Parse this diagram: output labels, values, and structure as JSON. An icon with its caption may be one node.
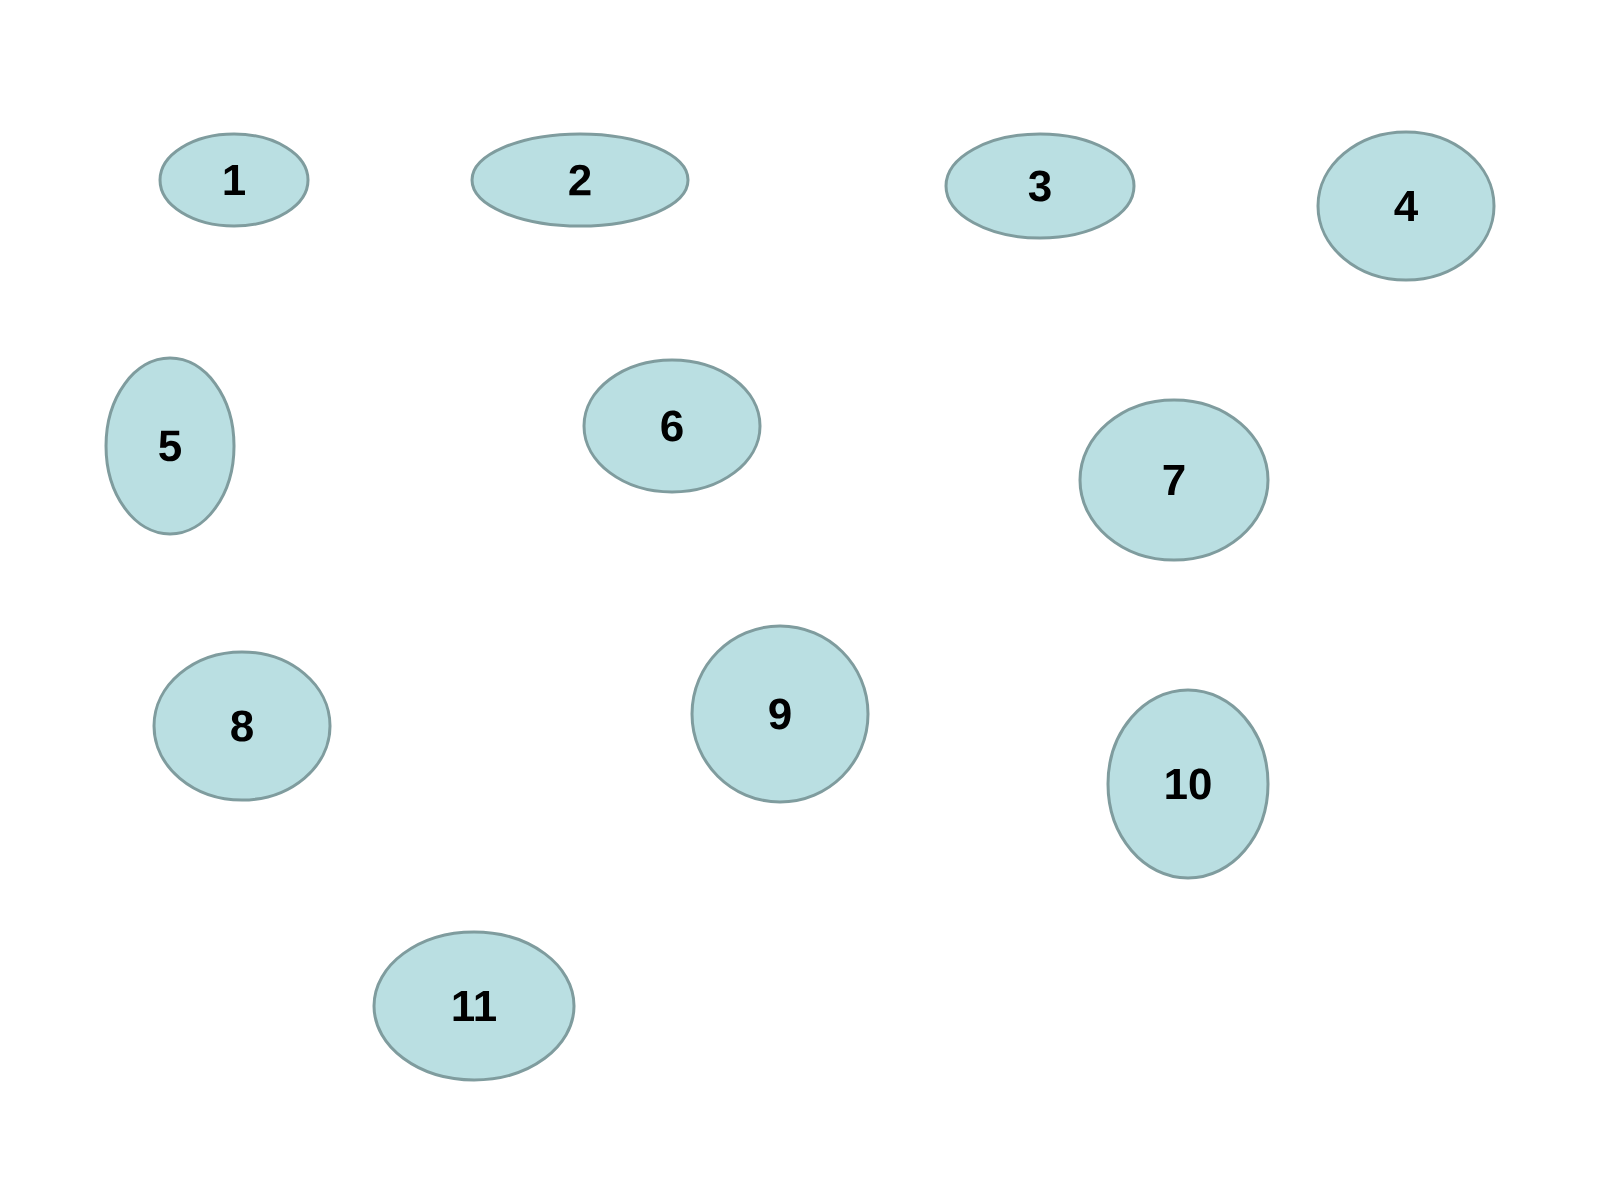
{
  "diagram": {
    "nodes": [
      {
        "text": [
          "1"
        ]
      },
      {
        "text": [
          "2"
        ]
      },
      {
        "text": [
          "3"
        ]
      },
      {
        "text": [
          "4"
        ]
      },
      {
        "text": [
          "5"
        ]
      },
      {
        "text": [
          "6"
        ]
      },
      {
        "text": [
          "7"
        ]
      },
      {
        "text": [
          "8"
        ]
      },
      {
        "text": [
          "9"
        ]
      },
      {
        "text": [
          "10"
        ]
      },
      {
        "text": [
          "11"
        ]
      }
    ]
  }
}
